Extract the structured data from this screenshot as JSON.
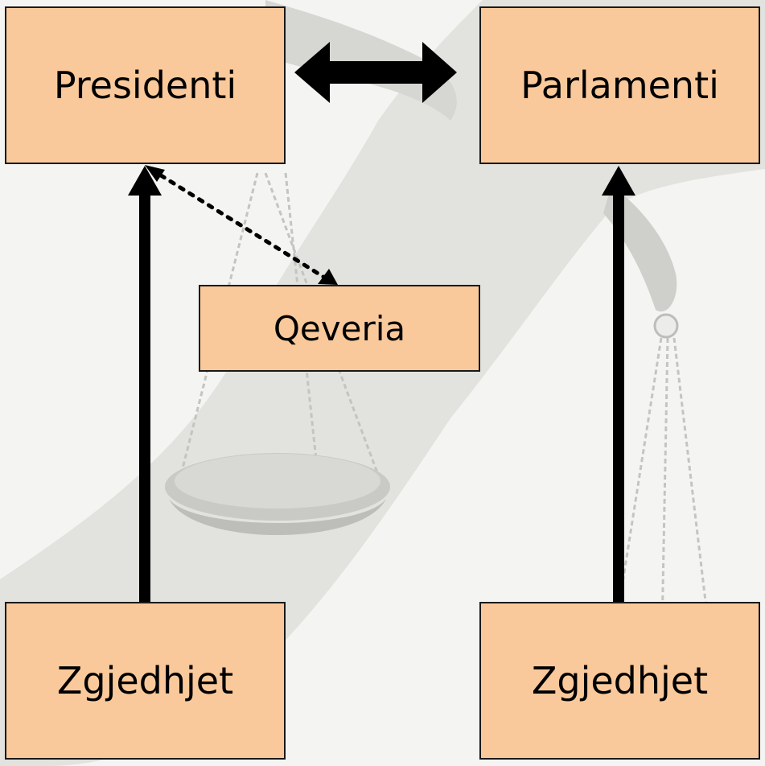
{
  "colors": {
    "box_fill": "#fac99b",
    "box_border": "#1a1a1a",
    "arrow": "#000000",
    "background": "#f3f3f1"
  },
  "nodes": {
    "president": "Presidenti",
    "parliament": "Parlamenti",
    "government": "Qeveria",
    "elections_left": "Zgjedhjet",
    "elections_right": "Zgjedhjet"
  },
  "background_image": "scales-of-justice-watermark"
}
